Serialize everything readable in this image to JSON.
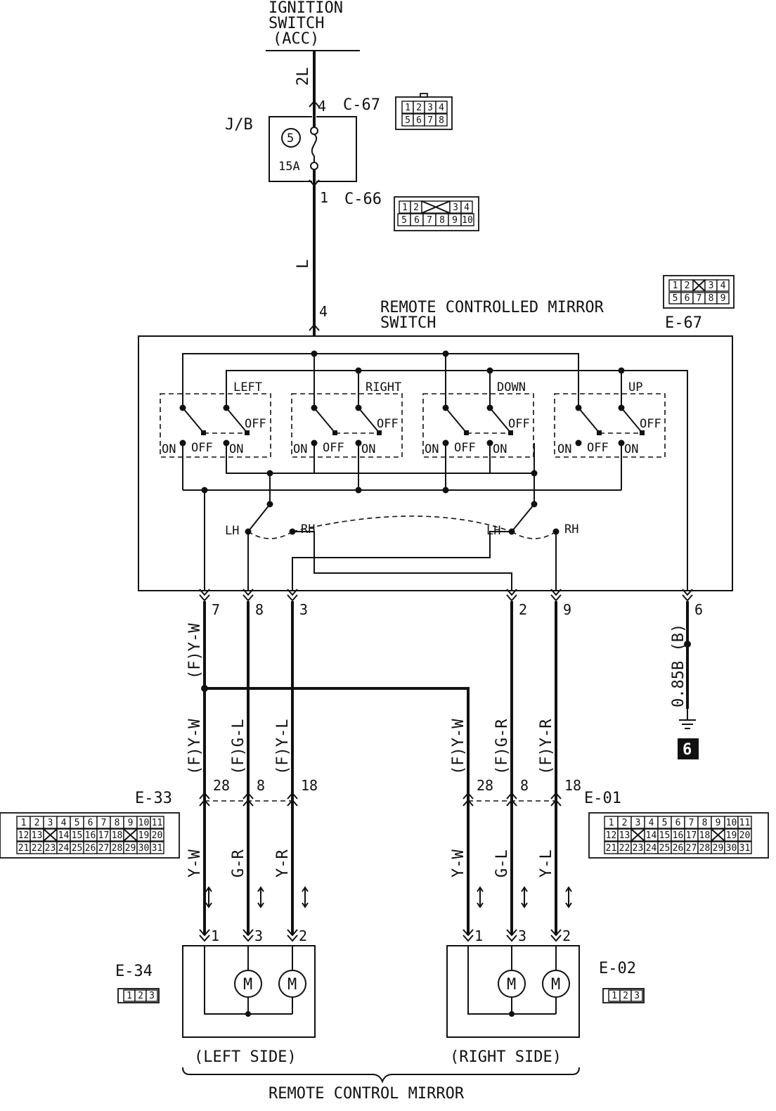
{
  "ignition": {
    "line1": "IGNITION",
    "line2": "SWITCH",
    "line3": "(ACC)"
  },
  "wires": {
    "w_2l": "2L",
    "w_l": "L",
    "w_085b": "0.85B (B)",
    "w_fyw_top": "(F)Y-W",
    "w_fyw_left": "(F)Y-W",
    "w_fgl_left": "(F)G-L",
    "w_fyl_left": "(F)Y-L",
    "w_fyw_right": "(F)Y-W",
    "w_fgr_right": "(F)G-R",
    "w_fyr_right": "(F)Y-R",
    "w_yw_left": "Y-W",
    "w_gr_left": "G-R",
    "w_yr_left": "Y-R",
    "w_yw_right": "Y-W",
    "w_gl_right": "G-L",
    "w_yl_right": "Y-L"
  },
  "junction_block": {
    "label": "J/B",
    "fuse_number": "5",
    "fuse_rating": "15A"
  },
  "connectors": {
    "c67": {
      "label": "C-67",
      "pin_top": "4",
      "row1": [
        "1",
        "2",
        "3",
        "4"
      ],
      "row2": [
        "5",
        "6",
        "7",
        "8"
      ]
    },
    "c66": {
      "label": "C-66",
      "pin_bottom": "1",
      "row1": [
        "1",
        "2",
        "",
        "3",
        "4"
      ],
      "row2": [
        "5",
        "6",
        "7",
        "8",
        "9",
        "10"
      ]
    },
    "e67": {
      "label": "E-67",
      "row1": [
        "1",
        "2",
        "",
        "3",
        "4"
      ],
      "row2": [
        "5",
        "6",
        "7",
        "8",
        "9"
      ]
    },
    "e33": {
      "label": "E-33",
      "row1": [
        "1",
        "2",
        "3",
        "4",
        "5",
        "6",
        "7",
        "8",
        "9",
        "10",
        "11"
      ],
      "row2": [
        "12",
        "13",
        "",
        "14",
        "15",
        "16",
        "17",
        "18",
        "",
        "19",
        "20"
      ],
      "row3": [
        "21",
        "22",
        "23",
        "24",
        "25",
        "26",
        "27",
        "28",
        "29",
        "30",
        "31"
      ]
    },
    "e01": {
      "label": "E-01",
      "row1": [
        "1",
        "2",
        "3",
        "4",
        "5",
        "6",
        "7",
        "8",
        "9",
        "10",
        "11"
      ],
      "row2": [
        "12",
        "13",
        "",
        "14",
        "15",
        "16",
        "17",
        "18",
        "",
        "19",
        "20"
      ],
      "row3": [
        "21",
        "22",
        "23",
        "24",
        "25",
        "26",
        "27",
        "28",
        "29",
        "30",
        "31"
      ]
    },
    "e34": {
      "label": "E-34",
      "pins": [
        "1",
        "2",
        "3"
      ]
    },
    "e02": {
      "label": "E-02",
      "pins": [
        "1",
        "2",
        "3"
      ]
    }
  },
  "switch": {
    "title_line1": "REMOTE CONTROLLED MIRROR",
    "title_line2": "SWITCH",
    "input_pin": "4",
    "groups": [
      "LEFT",
      "RIGHT",
      "DOWN",
      "UP"
    ],
    "on_label": "ON",
    "off_label": "OFF",
    "lh_label": "LH",
    "rh_label": "RH",
    "out_pins": [
      "7",
      "8",
      "3",
      "2",
      "9",
      "6"
    ]
  },
  "junction_pins": {
    "left": [
      "28",
      "8",
      "18"
    ],
    "right": [
      "28",
      "8",
      "18"
    ]
  },
  "mirror_pins": {
    "left": [
      "1",
      "3",
      "2"
    ],
    "right": [
      "1",
      "3",
      "2"
    ]
  },
  "motor_label": "M",
  "ground": {
    "number": "6"
  },
  "mirror": {
    "left_side": "(LEFT SIDE)",
    "right_side": "(RIGHT SIDE)",
    "title": "REMOTE CONTROL MIRROR"
  }
}
